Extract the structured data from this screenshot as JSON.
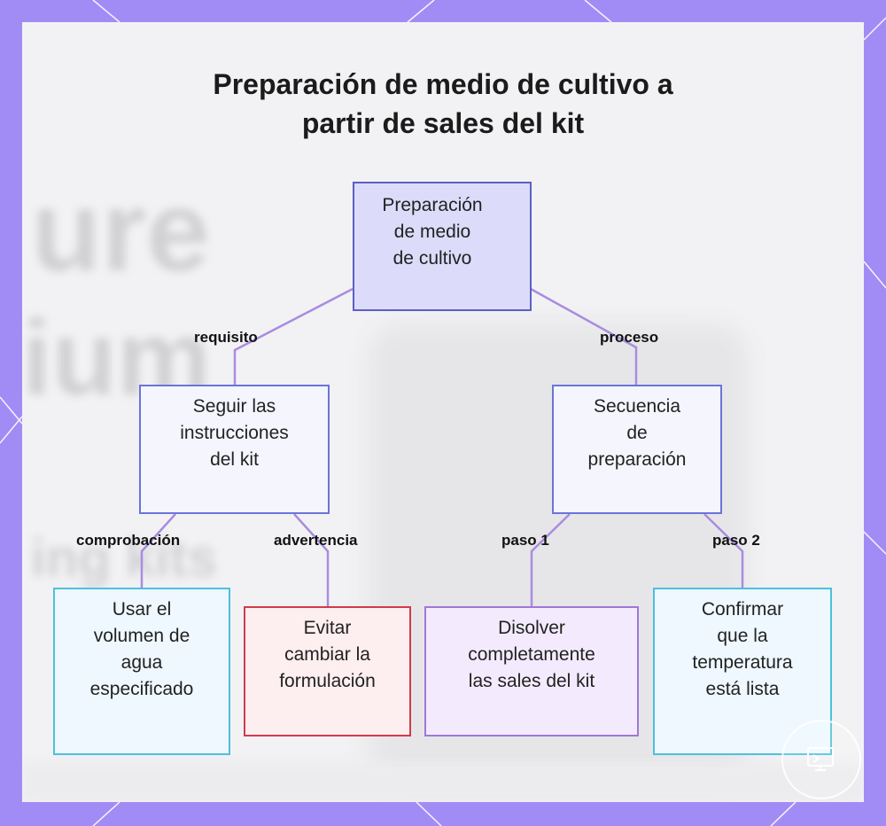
{
  "title": {
    "line1": "Preparación de medio de cultivo a",
    "line2": "partir de sales del kit"
  },
  "nodes": {
    "root": "Preparación\nde medio\nde cultivo",
    "instructions": "Seguir las\ninstrucciones\ndel kit",
    "sequence": "Secuencia\nde\npreparación",
    "water": "Usar el\nvolumen de\nagua\nespecificado",
    "formulation": "Evitar\ncambiar la\nformulación",
    "dissolve": "Disolver\ncompletamente\nlas sales del kit",
    "temperature": "Confirmar\nque la\ntemperatura\nestá lista"
  },
  "edges": {
    "requisito": "requisito",
    "proceso": "proceso",
    "comprobacion": "comprobación",
    "advertencia": "advertencia",
    "paso1": "paso 1",
    "paso2": "paso 2"
  },
  "background": {
    "ghost1": "ure",
    "ghost2": "ium",
    "ghost3": "ing kits"
  },
  "colors": {
    "frame": "#a18cf6",
    "root_fill": "#dcdcfa",
    "root_border": "#5b5fc7",
    "blue_fill": "#f4f5fd",
    "blue_border": "#6b74d8",
    "cyan_fill": "#eef8fe",
    "cyan_border": "#4cc1dc",
    "red_fill": "#fdeef0",
    "red_border": "#d23a4a",
    "purple_fill": "#f3ebfd",
    "purple_border": "#a077d8",
    "connector": "#a98ce0"
  }
}
